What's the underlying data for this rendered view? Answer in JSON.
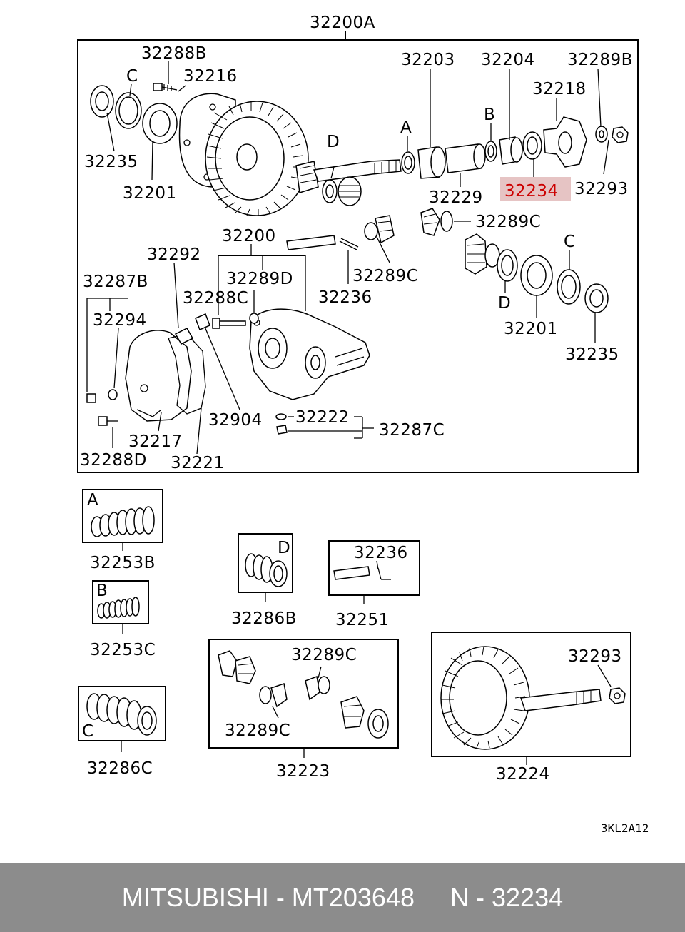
{
  "diagram": {
    "assembly_label": "32200A",
    "highlight_color": "#e6c4c4",
    "labels": {
      "p32288B": "32288B",
      "pC1": "C",
      "p32216": "32216",
      "p32203": "32203",
      "p32204": "32204",
      "p32289B": "32289B",
      "p32218": "32218",
      "pB": "B",
      "pA": "A",
      "pD1": "D",
      "p32235a": "32235",
      "p32201a": "32201",
      "p32229": "32229",
      "p32234": "32234",
      "p32293a": "32293",
      "p32289Ca": "32289C",
      "p32200": "32200",
      "p32292": "32292",
      "p32289D": "32289D",
      "p32287B": "32287B",
      "p32288C": "32288C",
      "p32289Cb": "32289C",
      "p32236a": "32236",
      "pC2": "C",
      "pD2": "D",
      "p32201b": "32201",
      "p32235b": "32235",
      "p32294": "32294",
      "p32904": "32904",
      "p32222": "32222",
      "p32287C": "32287C",
      "p32217": "32217",
      "p32221": "32221",
      "p32288D": "32288D"
    },
    "kits": {
      "kitA_letter": "A",
      "kitA_code": "32253B",
      "kitB_letter": "B",
      "kitB_code": "32253C",
      "kitC_letter": "C",
      "kitC_code": "32286C",
      "kitD_letter": "D",
      "kitD_code": "32286B",
      "k32251_inner": "32236",
      "k32251_code": "32251",
      "k32223_a": "32289C",
      "k32223_b": "32289C",
      "k32223_code": "32223",
      "k32224_inner": "32293",
      "k32224_code": "32224"
    },
    "figure_code": "3KL2A12"
  },
  "footer": {
    "brand": "MITSUBISHI",
    "part_number": "MT203648",
    "ref": "N - 32234",
    "background": "#8c8c8c"
  }
}
